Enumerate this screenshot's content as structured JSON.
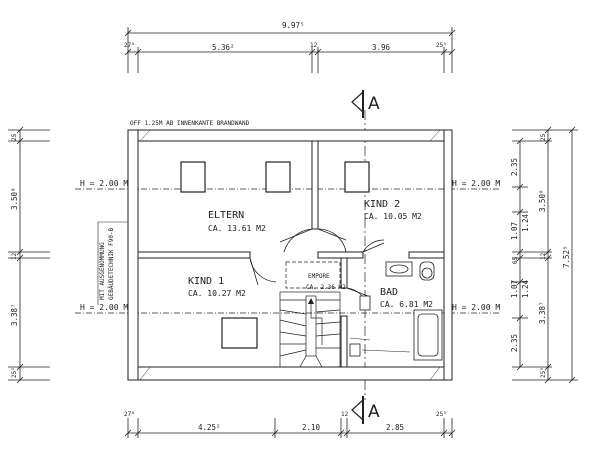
{
  "top_dims": {
    "overall": "9.97⁵",
    "offset_left": "27⁸",
    "segment_1": "5.36²",
    "wall": "12",
    "segment_2": "3.96",
    "offset_right": "25⁵"
  },
  "bottom_dims": {
    "offset_left": "27⁸",
    "segment_1": "4.25²",
    "segment_2": "2.10",
    "wall": "12",
    "segment_3": "2.85",
    "offset_right": "25⁵"
  },
  "left_dims": {
    "top_offset": "25",
    "segment_1": "3.50⁸",
    "wall": "12",
    "segment_2": "3.38⁷",
    "bottom_offset": "25⁵"
  },
  "right_dims": {
    "overall": "7.52⁵",
    "top_offset": "25",
    "segment_1": "3.50⁸",
    "wall": "12",
    "segment_2": "3.38⁷",
    "bottom_offset": "25⁵",
    "inner_1": "2.35",
    "inner_2": "1.07",
    "inner_3": "1.24",
    "inner_4": "65",
    "inner_5": "1.07",
    "inner_6": "1.24",
    "inner_7": "2.35"
  },
  "notes": {
    "firewall": "OFF 1.25M AB INNENKANTE BRANDWAND",
    "access_line_1": "MIT AUSGENOMMUNG",
    "access_line_2": "GEBÄUDETECHNIK F90-B"
  },
  "height_marks": {
    "label": "H = 2.00 M"
  },
  "rooms": {
    "eltern_name": "ELTERN",
    "eltern_area": "CA. 13.61 M2",
    "kind1_name": "KIND 1",
    "kind1_area": "CA. 10.27 M2",
    "kind2_name": "KIND 2",
    "kind2_area": "CA. 10.05 M2",
    "empore_name": "EMPORE",
    "empore_area": "CA. 2.36 M2",
    "bad_name": "BAD",
    "bad_area": "CA. 6.81 M2"
  },
  "section": {
    "label": "A"
  }
}
